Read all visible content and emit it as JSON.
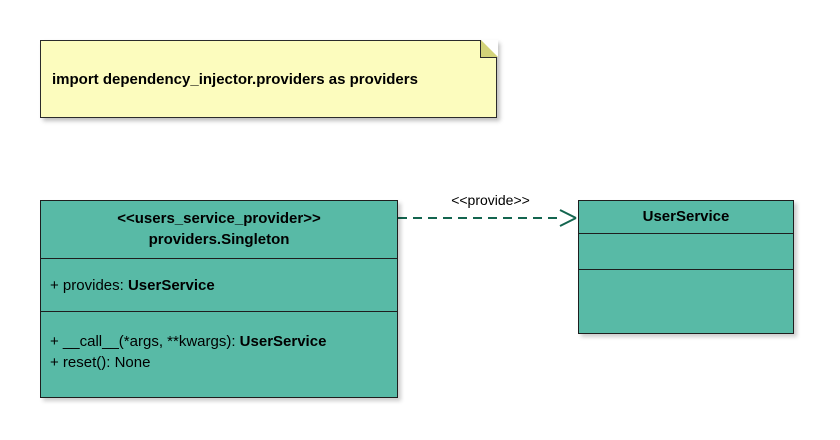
{
  "note": {
    "text": "import dependency_injector.providers as providers"
  },
  "singleton_class": {
    "stereotype": "<<users_service_provider>>",
    "name": "providers.Singleton",
    "attributes": [
      {
        "prefix": "+ provides: ",
        "bold": "UserService"
      }
    ],
    "methods": [
      {
        "prefix": "+ __call__(*args, **kwargs): ",
        "bold": "UserService"
      },
      {
        "prefix": "+ reset(): None",
        "bold": ""
      }
    ]
  },
  "user_service_class": {
    "name": "UserService"
  },
  "arrow": {
    "label": "<<provide>>"
  },
  "colors": {
    "class_fill": "#58BAA6",
    "class_border": "#1e1e1e",
    "note_fill": "#FCFCBE",
    "note_fold": "#d3d37a",
    "arrow": "#13654F",
    "text": "#000000"
  }
}
